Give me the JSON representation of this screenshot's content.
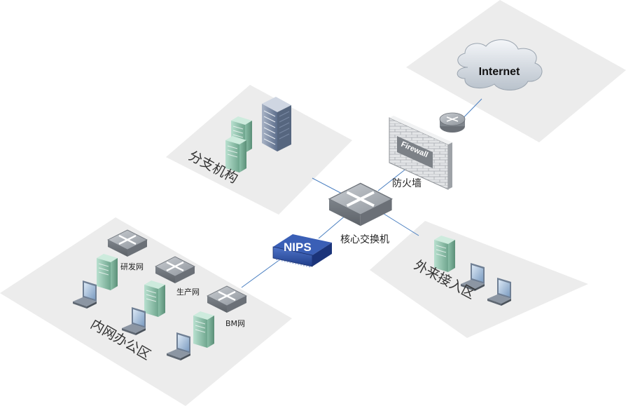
{
  "zones": {
    "internet_zone": "",
    "branch": "分支机构",
    "guest": "外来接入区",
    "office": "内网办公区"
  },
  "devices": {
    "internet": "Internet",
    "firewall_badge": "Firewall",
    "firewall": "防火墙",
    "core_switch": "核心交换机",
    "nips": "NIPS",
    "rd_net": "研发网",
    "prod_net": "生产网",
    "bm_net": "BM网"
  },
  "colors": {
    "zone_fill": "#ececec",
    "link": "#4a7fc1",
    "nips_blue": "#2b4ea3",
    "server_green": "#8fc4ad",
    "device_gray": "#9aa0a6"
  }
}
